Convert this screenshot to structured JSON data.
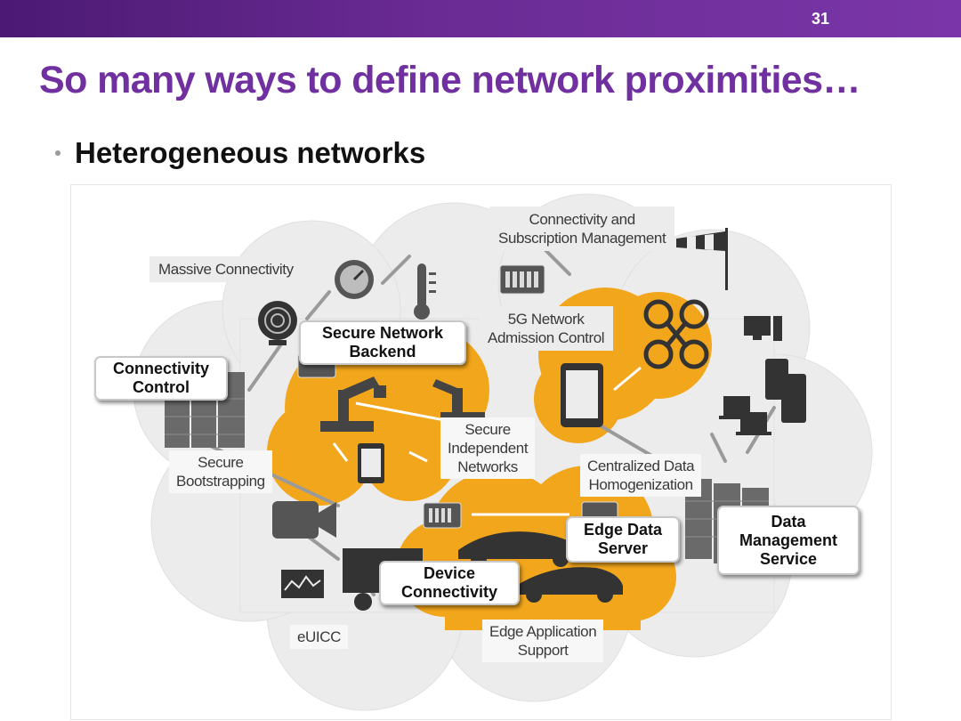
{
  "slide": {
    "number": "31",
    "title": "So many ways to define network proximities…",
    "bullet": "Heterogeneous networks"
  },
  "diagram": {
    "labels": {
      "connectivity_subscription": "Connectivity and\nSubscription Management",
      "massive_connectivity": "Massive Connectivity",
      "fiveg_admission": "5G Network\nAdmission Control",
      "secure_independent": "Secure\nIndependent\nNetworks",
      "secure_bootstrapping": "Secure\nBootstrapping",
      "centralized_data": "Centralized Data\nHomogenization",
      "euicc": "eUICC",
      "edge_application": "Edge Application\nSupport"
    },
    "boxes": {
      "secure_network_backend": "Secure Network\nBackend",
      "connectivity_control": "Connectivity\nControl",
      "edge_data_server": "Edge Data\nServer",
      "data_management_service": "Data\nManagement\nService",
      "device_connectivity": "Device\nConnectivity"
    },
    "colors": {
      "cloud": "#ececec",
      "orange": "#f2a61c",
      "dark_icon": "#4a4a4a",
      "purple": "#7030a0"
    }
  }
}
